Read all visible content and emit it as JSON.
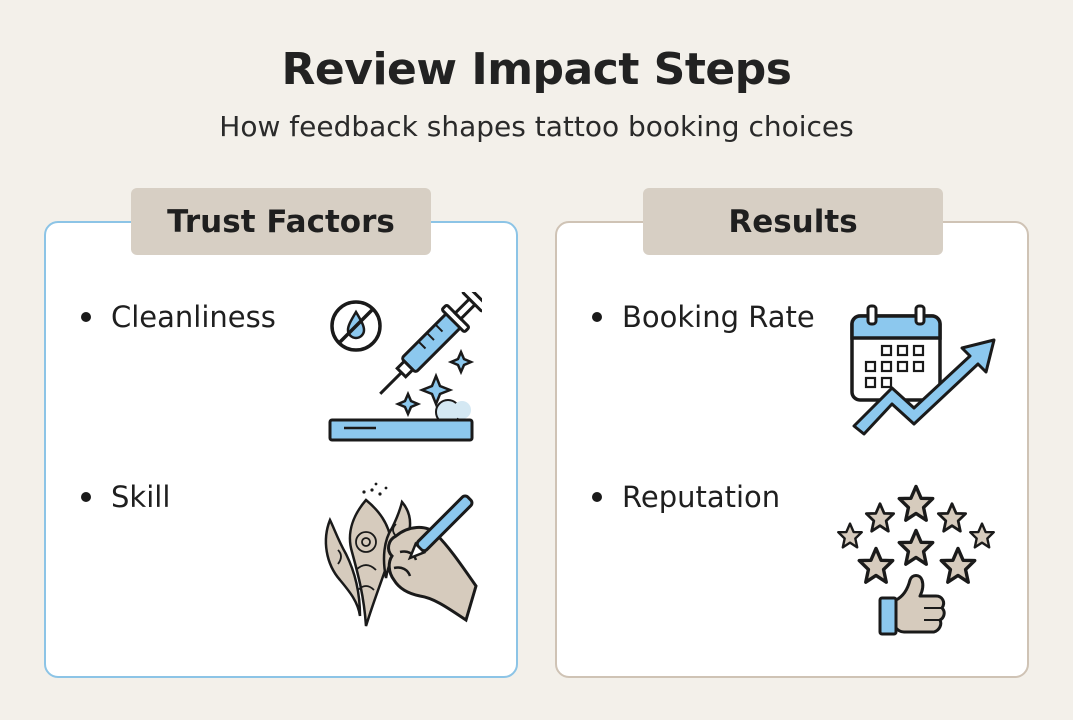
{
  "header": {
    "title": "Review Impact Steps",
    "subtitle": "How feedback shapes tattoo booking choices"
  },
  "panels": [
    {
      "heading": "Trust Factors",
      "items": [
        {
          "label": "Cleanliness",
          "icon": "syringe-sparkle-icon"
        },
        {
          "label": "Skill",
          "icon": "hand-drawing-tattoo-icon"
        }
      ]
    },
    {
      "heading": "Results",
      "items": [
        {
          "label": "Booking Rate",
          "icon": "calendar-growth-icon"
        },
        {
          "label": "Reputation",
          "icon": "stars-thumbs-up-icon"
        }
      ]
    }
  ],
  "colors": {
    "background": "#f3f0ea",
    "panel_left_border": "#8cc4e6",
    "panel_right_border": "#cfc3b5",
    "header_fill": "#d7cfc4",
    "accent_blue": "#8cc8ee",
    "accent_beige": "#d6cbbd"
  }
}
